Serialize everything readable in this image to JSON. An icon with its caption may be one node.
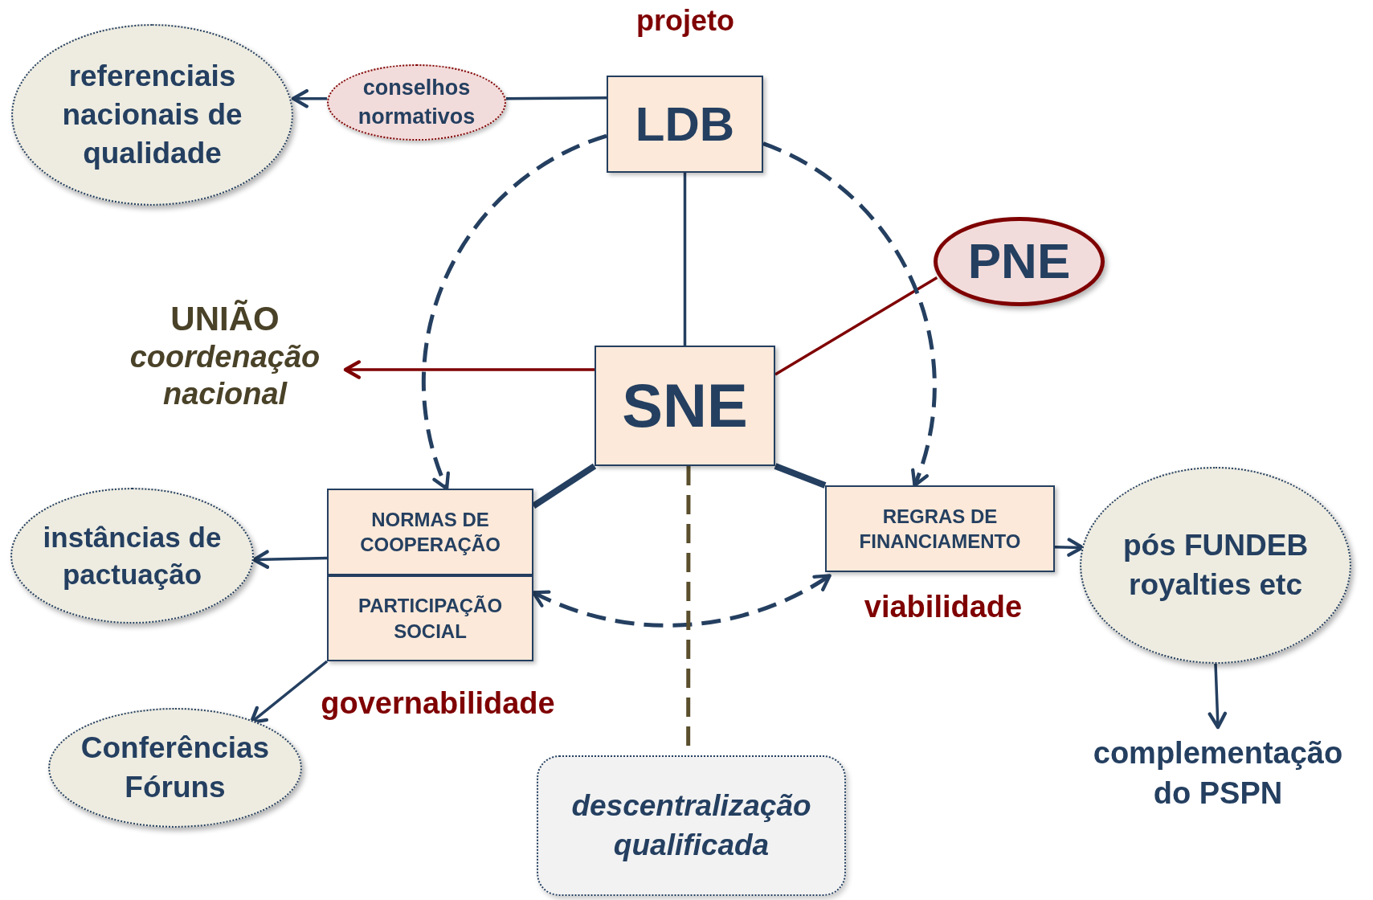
{
  "diagram": {
    "nodes": [
      {
        "text": [
          "LDB"
        ],
        "beside": [
          "projeto"
        ]
      },
      {
        "text": [
          "conselhos normativos"
        ]
      },
      {
        "text": [
          "referenciais nacionais de qualidade"
        ]
      },
      {
        "text": [
          "PNE"
        ]
      },
      {
        "text": [
          "UNIÃO",
          "coordenação nacional"
        ]
      },
      {
        "text": [
          "SNE"
        ]
      },
      {
        "text": [
          "NORMAS DE COOPERAÇÃO"
        ]
      },
      {
        "text": [
          "PARTICIPAÇÃO SOCIAL"
        ],
        "beside": [
          "governabilidade"
        ]
      },
      {
        "text": [
          "REGRAS DE FINANCIAMENTO"
        ],
        "beside": [
          "viabilidade"
        ]
      },
      {
        "text": [
          "instâncias de pactuação"
        ]
      },
      {
        "text": [
          "Conferências Fóruns"
        ]
      },
      {
        "text": [
          "pós FUNDEB royalties etc"
        ]
      },
      {
        "text": [
          "complementação do PSPN"
        ]
      },
      {
        "text": [
          "descentralização qualificada"
        ]
      }
    ],
    "edges": [
      {
        "from": 0,
        "to": 1,
        "arrow": "none"
      },
      {
        "from": 1,
        "to": 2,
        "arrow": "to"
      },
      {
        "from": 0,
        "to": 5,
        "arrow": "none"
      },
      {
        "from": 3,
        "to": 5,
        "arrow": "none",
        "color": "#7f0000"
      },
      {
        "from": 5,
        "to": 4,
        "arrow": "to",
        "color": "#7f0000"
      },
      {
        "from": 5,
        "to": 6,
        "arrow": "none",
        "style": "thick"
      },
      {
        "from": 5,
        "to": 8,
        "arrow": "none",
        "style": "thick"
      },
      {
        "from": 0,
        "to": 6,
        "arrow": "to",
        "style": "dashed"
      },
      {
        "from": 0,
        "to": 8,
        "arrow": "to",
        "style": "dashed"
      },
      {
        "from": 7,
        "to": 8,
        "arrow": "both",
        "style": "dashed"
      },
      {
        "from": 5,
        "to": 13,
        "arrow": "none",
        "style": "dashed",
        "color": "#5a4e2c"
      },
      {
        "from": 6,
        "to": 9,
        "arrow": "to"
      },
      {
        "from": 7,
        "to": 10,
        "arrow": "to"
      },
      {
        "from": 8,
        "to": 11,
        "arrow": "to"
      },
      {
        "from": 11,
        "to": 12,
        "arrow": "to"
      }
    ]
  }
}
